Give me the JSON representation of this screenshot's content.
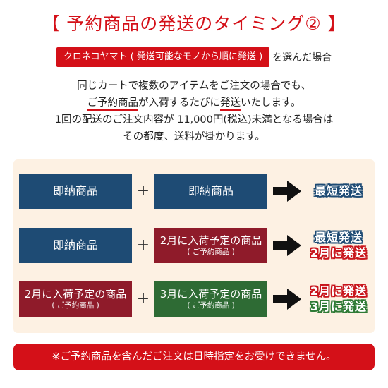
{
  "title": "【 予約商品の発送のタイミング② 】",
  "subline": {
    "badge": "クロネコヤマト ( 発送可能なモノから順に発送 )",
    "text": "を選んだ場合"
  },
  "paragraph": {
    "line1": "同じカートで複数のアイテムをご注文の場合でも、",
    "line2_emph1": "ご予約商品",
    "line2_a": "が入荷するたびに",
    "line2_emph2": "発送",
    "line2_b": "いたします。",
    "line3": "1回の配送のご注文内容が 11,000円(税込)未満となる場合は",
    "line4": "その都度、送料が掛かります。"
  },
  "rows": [
    {
      "left": {
        "main": "即納商品",
        "sub": ""
      },
      "plus": "+",
      "right": {
        "main": "即納商品",
        "sub": ""
      },
      "results": [
        "最短発送"
      ]
    },
    {
      "left": {
        "main": "即納商品",
        "sub": ""
      },
      "plus": "+",
      "right": {
        "main": "2月に入荷予定の商品",
        "sub": "( ご予約商品 )"
      },
      "results": [
        "最短発送",
        "2月に発送"
      ]
    },
    {
      "left": {
        "main": "2月に入荷予定の商品",
        "sub": "( ご予約商品 )"
      },
      "plus": "+",
      "right": {
        "main": "3月に入荷予定の商品",
        "sub": "( ご予約商品 )"
      },
      "results": [
        "2月に発送",
        "3月に発送"
      ]
    }
  ],
  "footer": "※ご予約商品を含んだご注文は日時指定をお受けできません。",
  "colors": {
    "accent_red": "#d41018",
    "navy": "#1e4b74",
    "maroon": "#8f1b2a",
    "green": "#2e6b34",
    "panel_bg": "#fdf1e3"
  }
}
